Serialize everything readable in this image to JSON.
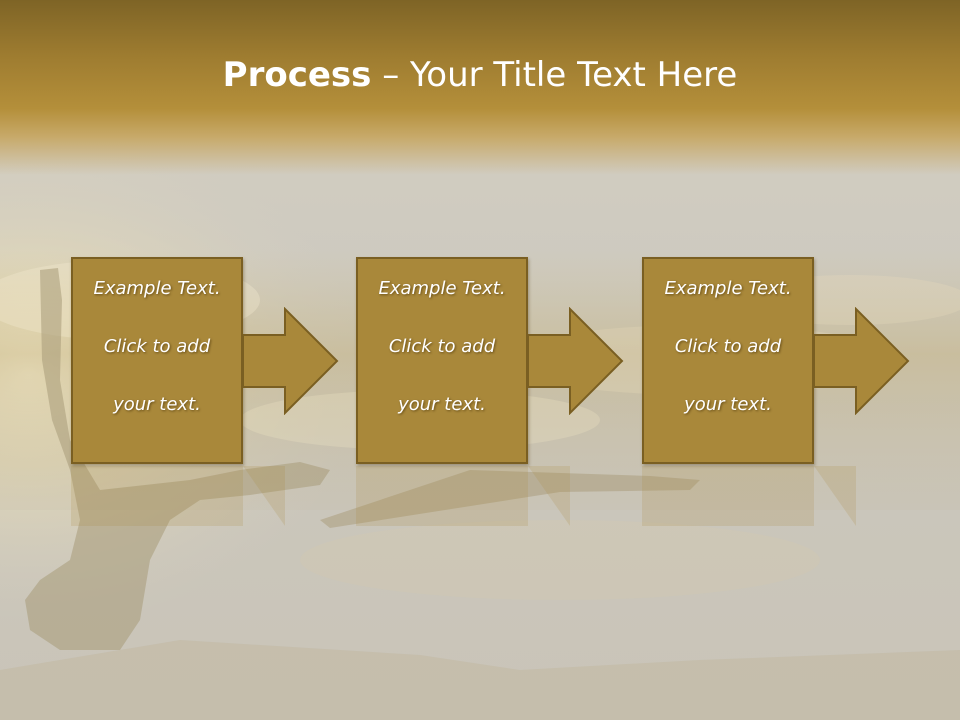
{
  "slide": {
    "title_bold": "Process",
    "title_dash": " – ",
    "title_rest": "Your Title Text Here"
  },
  "steps": [
    {
      "line1": "Example Text.",
      "line2": "Click  to add",
      "line3": "your text."
    },
    {
      "line1": "Example Text.",
      "line2": "Click  to add",
      "line3": "your text."
    },
    {
      "line1": "Example Text.",
      "line2": "Click  to add",
      "line3": "your text."
    }
  ],
  "colors": {
    "box_fill": "#a9883a",
    "box_border": "#7a5f22",
    "title_band": "#9e7c30",
    "text": "#ffffff"
  },
  "icons": [
    "right-arrow-icon"
  ]
}
